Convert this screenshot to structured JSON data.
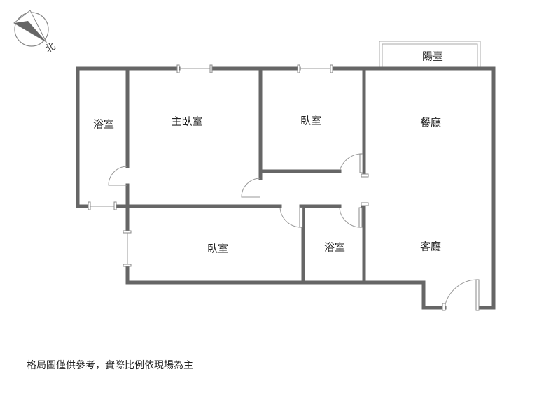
{
  "compass": {
    "label": "北"
  },
  "rooms": {
    "bath1": "浴室",
    "master": "主臥室",
    "bedroom_top": "臥室",
    "dining": "餐廳",
    "bedroom_bottom": "臥室",
    "bath2": "浴室",
    "living": "客廳",
    "balcony": "陽臺"
  },
  "footer": "格局圖僅供參考，實際比例依現場為主"
}
